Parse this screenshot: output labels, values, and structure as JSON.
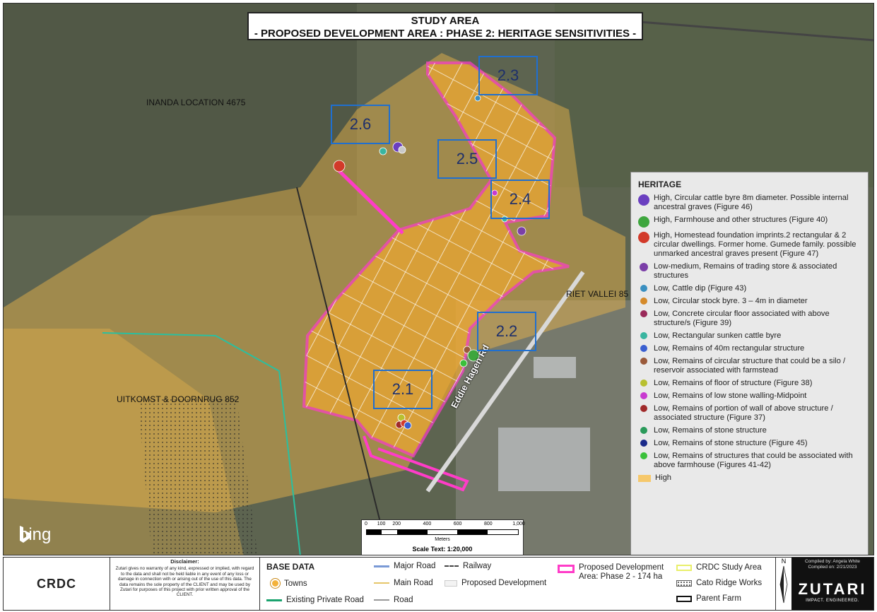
{
  "title": {
    "line1": "STUDY AREA",
    "line2": "- PROPOSED DEVELOPMENT AREA : PHASE 2: HERITAGE SENSITIVITIES -"
  },
  "place_labels": {
    "inanda": "INANDA LOCATION 4675",
    "riet_vallei": "RIET VALLEI 85",
    "uitkomst": "UITKOMST & DOORNRUG 852",
    "road": "Eddie Hagen Rd"
  },
  "zones": [
    "2.1",
    "2.2",
    "2.3",
    "2.4",
    "2.5",
    "2.6"
  ],
  "watermark": "bing",
  "scale": {
    "ticks": [
      "0",
      "100",
      "200",
      "400",
      "600",
      "800",
      "1,000"
    ],
    "units": "Meters",
    "text": "Scale Text: 1:20,000"
  },
  "legend": {
    "title": "HERITAGE",
    "items": [
      {
        "label": "High, Circular cattle byre 8m diameter. Possible internal ancestral graves (Figure 46)",
        "color": "#6a3fc0",
        "size": 16
      },
      {
        "label": "High, Farmhouse and other structures (Figure 40)",
        "color": "#3ea63e",
        "size": 16
      },
      {
        "label": "High, Homestead foundation imprints.2 rectangular & 2 circular dwellings. Former home. Gumede family. possible unmarked ancestral graves present (Figure 47)",
        "color": "#d23a2a",
        "size": 16
      },
      {
        "label": "Low-medium, Remains of trading store & associated structures",
        "color": "#7b3fa8",
        "size": 12
      },
      {
        "label": "Low, Cattle dip (Figure 43)",
        "color": "#3a8fc0",
        "size": 10
      },
      {
        "label": "Low, Circular stock byre. 3 – 4m in diameter",
        "color": "#d58a2a",
        "size": 10
      },
      {
        "label": "Low, Concrete circular floor associated with above structure/s (Figure 39)",
        "color": "#9a2a5a",
        "size": 10
      },
      {
        "label": "Low, Rectangular sunken cattle byre",
        "color": "#39b5a0",
        "size": 10
      },
      {
        "label": "Low, Remains of 40m rectangular structure",
        "color": "#3a5fd0",
        "size": 10
      },
      {
        "label": "Low, Remains of circular structure that could be a silo / reservoir associated with farmstead",
        "color": "#9a5a3a",
        "size": 10
      },
      {
        "label": "Low, Remains of floor of structure (Figure 38)",
        "color": "#b8c030",
        "size": 10
      },
      {
        "label": "Low, Remains of low stone walling-Midpoint",
        "color": "#c83ad0",
        "size": 10
      },
      {
        "label": "Low, Remains of portion of wall of above structure / associated structure (Figure 37)",
        "color": "#a02a2a",
        "size": 10
      },
      {
        "label": "Low, Remains of stone structure",
        "color": "#2a9a5a",
        "size": 10
      },
      {
        "label": "Low, Remains of stone structure (Figure 45)",
        "color": "#1a2a8a",
        "size": 10
      },
      {
        "label": "Low, Remains of structures that could be associated with above farmhouse (Figures 41-42)",
        "color": "#3ac03a",
        "size": 10
      }
    ],
    "area_label": "High",
    "area_color": "#f6c86b"
  },
  "footer": {
    "client": "CRDC",
    "disclaimer_title": "Disclaimer:",
    "disclaimer_text": "Zutari gives no warranty of any kind, expressed or implied, with regard to the data and shall not be held liable in any event of any loss or damage in connection with or arising out of the use of this data. The data remains the sole property of the CLIENT and may be used by Zutari for purposes of this project with prior written approval of the CLIENT.",
    "base_data_title": "BASE DATA",
    "base_items": {
      "towns": "Towns",
      "private_road": "Existing Private Road",
      "major_road": "Major Road",
      "railway": "Railway",
      "main_road": "Main Road",
      "proposed_dev": "Proposed Development",
      "road": "Road",
      "phase2_line1": "Proposed Development",
      "phase2_line2": "Area: Phase 2 - 174 ha",
      "study_area": "CRDC Study Area",
      "cato_ridge": "Cato Ridge Works",
      "parent_farm": "Parent Farm"
    },
    "north": "N",
    "compiled_by": "Compiled by: Angela White",
    "compiled_on": "Compiled on: 2/21/2023",
    "logo": "ZUTARI",
    "tagline": "IMPACT. ENGINEERED."
  }
}
